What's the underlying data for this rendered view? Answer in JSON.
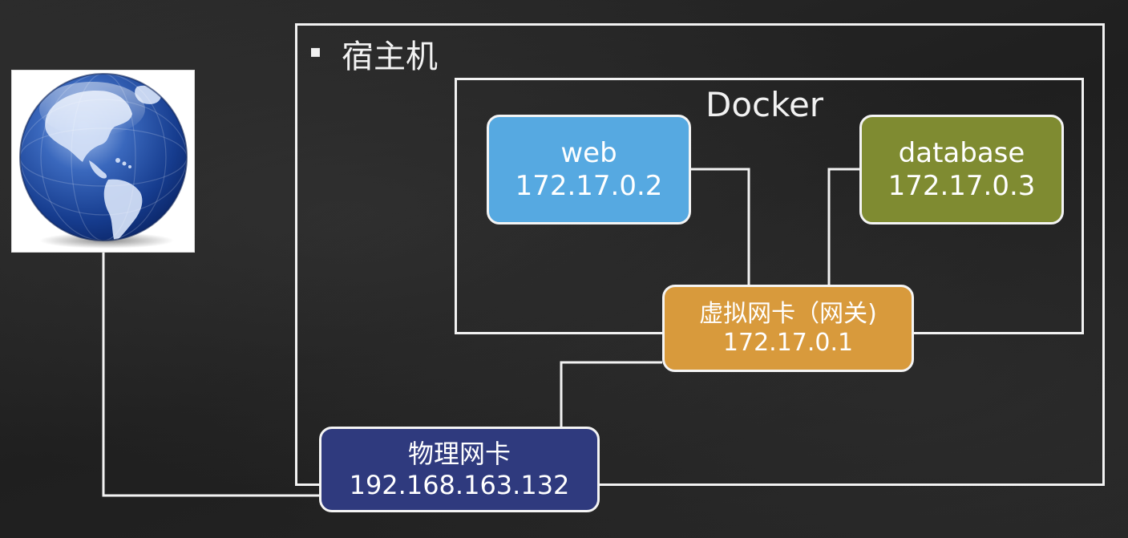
{
  "host": {
    "bullet": "▪",
    "title": "宿主机"
  },
  "docker": {
    "title": "Docker"
  },
  "containers": {
    "web": {
      "name": "web",
      "ip": "172.17.0.2",
      "color": "#56a9e1"
    },
    "database": {
      "name": "database",
      "ip": "172.17.0.3",
      "color": "#7f8b31"
    }
  },
  "virtual_nic": {
    "name": "虚拟网卡（网关)",
    "ip": "172.17.0.1",
    "color": "#d89a3c"
  },
  "physical_nic": {
    "name": "物理网卡",
    "ip": "192.168.163.132",
    "color": "#2f3a7e"
  },
  "internet": {
    "icon": "globe-icon"
  },
  "colors": {
    "background": "#232323",
    "line": "#f2f2f2"
  }
}
